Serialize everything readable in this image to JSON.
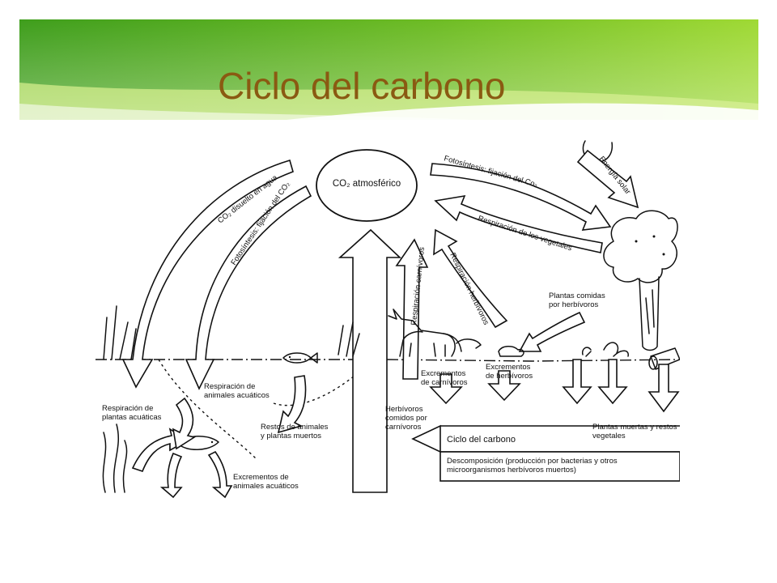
{
  "slide": {
    "title": "Ciclo del carbono",
    "title_color": "#8a5a12",
    "banner_colors": [
      "#3f9e1c",
      "#7cc52a",
      "#b6e23c"
    ]
  },
  "diagram": {
    "labels": {
      "co2_atmosferico": "CO₂ atmosférico",
      "fotosintesis_fijacion_co2": "Fotosíntesis: fijación del Co₂",
      "energia_solar": "Energía solar",
      "respiracion_vegetales": "Respiración de los vegetales",
      "co2_disuelto_agua": "CO₂ disuelto en agua",
      "fotosintesis_fijacion_co2_acuatica": "Fotosíntesis: fijación del CO₂",
      "respiracion_carnivoros": "Respiración carnívoros",
      "respiracion_herbivoros": "Respiración herbívoros",
      "plantas_comidas_l1": "Plantas comidas",
      "plantas_comidas_l2": "por herbívoros",
      "resp_plantas_acuaticas_l1": "Respiración de",
      "resp_plantas_acuaticas_l2": "plantas acuáticas",
      "resp_animales_acuaticos_l1": "Respiración de",
      "resp_animales_acuaticos_l2": "animales acuáticos",
      "restos_l1": "Restos de animales",
      "restos_l2": "y plantas muertos",
      "excrementos_acuaticos_l1": "Excrementos de",
      "excrementos_acuaticos_l2": "animales acuáticos",
      "herbivoros_comidos_l1": "Herbívoros",
      "herbivoros_comidos_l2": "comidos por",
      "herbivoros_comidos_l3": "carnívoros",
      "excrementos_carnivoros_l1": "Excrementos",
      "excrementos_carnivoros_l2": "de carnívoros",
      "excrementos_herbivoros_l1": "Excrementos",
      "excrementos_herbivoros_l2": "de herbívoros",
      "plantas_muertas_l1": "Plantas muertas y restos",
      "plantas_muertas_l2": "vegetales",
      "ciclo_del_carbono": "Ciclo del carbono",
      "descomposicion_l1": "Descomposición (producción por bacterias y otros",
      "descomposicion_l2": "microorganismos herbívoros muertos)"
    },
    "icons": [
      "sun-icon",
      "tree-icon",
      "fox-icon",
      "fish-icon",
      "rabbit-icon",
      "grass-icon",
      "seaweed-icon",
      "log-icon"
    ]
  }
}
